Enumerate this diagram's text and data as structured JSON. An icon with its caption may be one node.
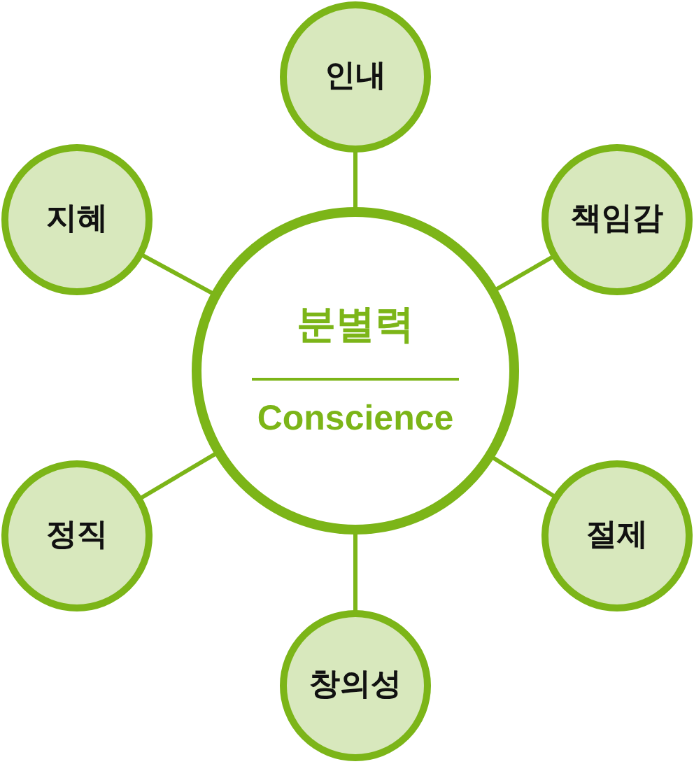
{
  "diagram": {
    "nodes": [
      {
        "text": [
          "인내"
        ]
      },
      {
        "text": [
          "지혜"
        ]
      },
      {
        "text": [
          "책임감"
        ]
      },
      {
        "text": [
          "분별력",
          "Conscience"
        ]
      },
      {
        "text": [
          "정직"
        ]
      },
      {
        "text": [
          "절제"
        ]
      },
      {
        "text": [
          "창의성"
        ]
      }
    ],
    "edges": [
      {
        "from": 3,
        "to": 0,
        "arrow": "none"
      },
      {
        "from": 3,
        "to": 1,
        "arrow": "none"
      },
      {
        "from": 3,
        "to": 2,
        "arrow": "none"
      },
      {
        "from": 3,
        "to": 4,
        "arrow": "none"
      },
      {
        "from": 3,
        "to": 5,
        "arrow": "none"
      },
      {
        "from": 3,
        "to": 6,
        "arrow": "none"
      }
    ]
  }
}
